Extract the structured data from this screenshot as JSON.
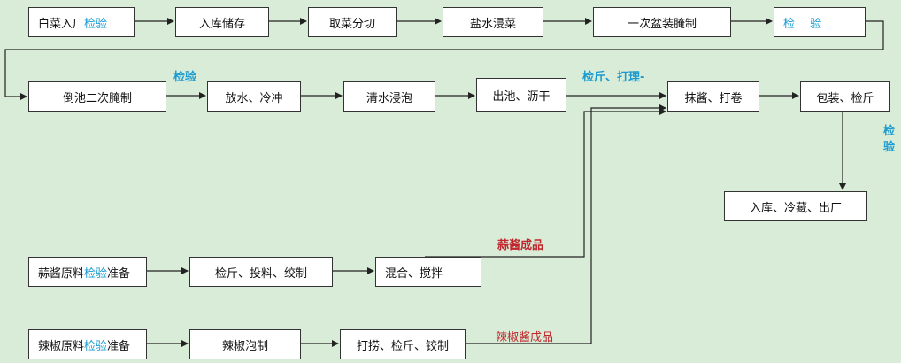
{
  "boxes": {
    "b1": {
      "a": "白菜入厂",
      "b": "检验"
    },
    "b2": "入库储存",
    "b3": "取菜分切",
    "b4": "盐水浸菜",
    "b5": "一次盆装腌制",
    "b6": "检　 验",
    "b7": "倒池二次腌制",
    "b8": "放水、冷冲",
    "b9": "清水浸泡",
    "b10": "出池、沥干",
    "b11": "抹酱、打卷",
    "b12": "包装、检斤",
    "b13": "入库、冷藏、出厂",
    "g1": {
      "a": "蒜酱原料",
      "b": "检验",
      "c": "准备"
    },
    "g2": "检斤、投料、绞制",
    "g3": "混合、搅拌",
    "c1": {
      "a": "辣椒原料",
      "b": "检验",
      "c": "准备"
    },
    "c2": "辣椒泡制",
    "c3": "打捞、检斤、铰制"
  },
  "labels": {
    "inspect1": "检验",
    "weigh_manage": "检斤、打理-",
    "inspect_v1": "检",
    "inspect_v2": "验",
    "garlic_product": "蒜酱成品",
    "chili_product": "辣椒酱成品"
  },
  "colors": {
    "background": "#d8ecd8",
    "inspect_text": "#1a9bd0",
    "product_text": "#c0262c",
    "line": "#222222"
  }
}
